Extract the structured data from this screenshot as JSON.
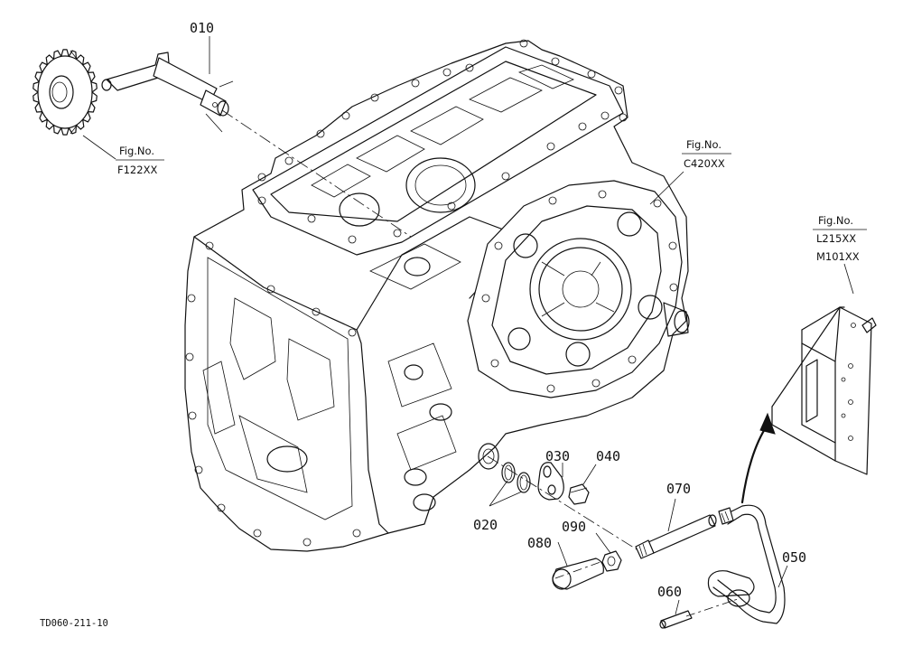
{
  "parts": [
    {
      "id": "p010",
      "label": "010",
      "desc": "shaft"
    },
    {
      "id": "p020",
      "label": "020",
      "desc": "o-rings"
    },
    {
      "id": "p030",
      "label": "030",
      "desc": "plate"
    },
    {
      "id": "p040",
      "label": "040",
      "desc": "bolt"
    },
    {
      "id": "p050",
      "label": "050",
      "desc": "lever"
    },
    {
      "id": "p060",
      "label": "060",
      "desc": "pin"
    },
    {
      "id": "p070",
      "label": "070",
      "desc": "rod"
    },
    {
      "id": "p080",
      "label": "080",
      "desc": "knob"
    },
    {
      "id": "p090",
      "label": "090",
      "desc": "nut"
    }
  ],
  "fig_refs": [
    {
      "line1": "Fig.No.",
      "line2": "F122XX",
      "line3": ""
    },
    {
      "line1": "Fig.No.",
      "line2": "C420XX",
      "line3": ""
    },
    {
      "line1": "Fig.No.",
      "line2": "L215XX",
      "line3": "M101XX"
    }
  ],
  "drawing_code": "TD060-211-10"
}
